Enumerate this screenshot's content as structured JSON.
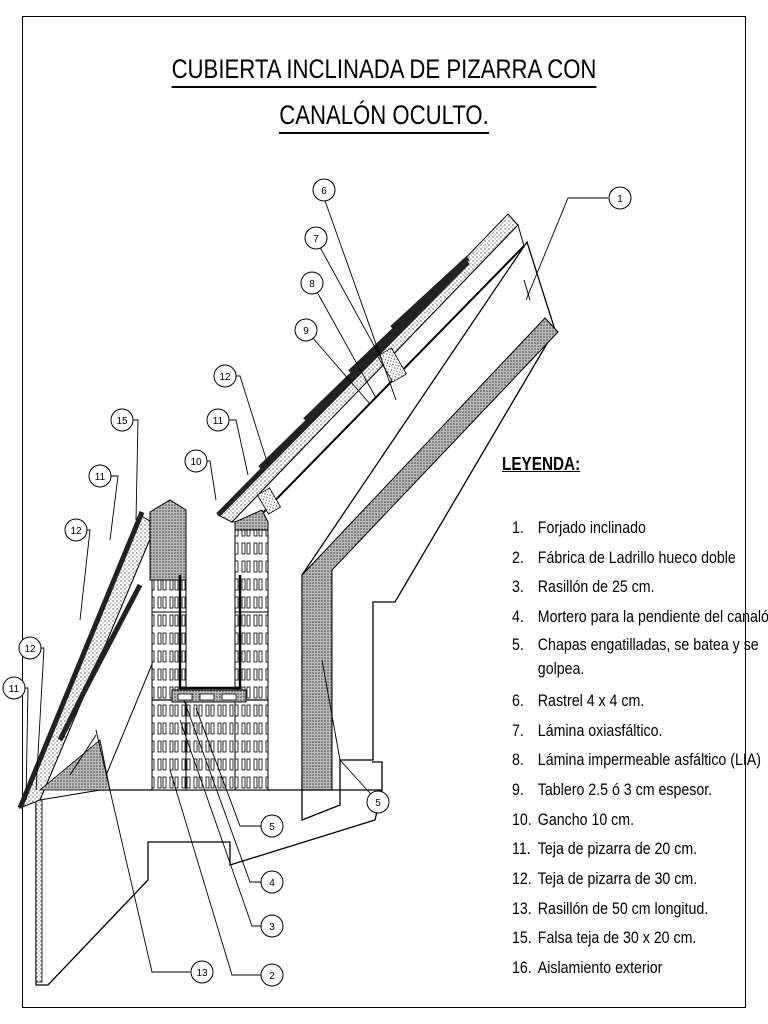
{
  "title": {
    "line1": "CUBIERTA INCLINADA DE PIZARRA CON",
    "line2": "CANALÓN OCULTO."
  },
  "legend": {
    "heading": "LEYENDA:",
    "items": [
      {
        "num": "1.",
        "text": "Forjado inclinado"
      },
      {
        "num": "2.",
        "text": "Fábrica de Ladrillo hueco doble"
      },
      {
        "num": "3.",
        "text": "Rasillón de 25 cm."
      },
      {
        "num": "4.",
        "text": "Mortero para la pendiente del canalón."
      },
      {
        "num": "5.",
        "text": "Chapas engatilladas, se batea y se golpea."
      },
      {
        "num": "6.",
        "text": "Rastrel 4 x 4 cm."
      },
      {
        "num": "7.",
        "text": "Lámina oxiasfáltico."
      },
      {
        "num": "8.",
        "text": "Lámina impermeable asfáltico (LIA)"
      },
      {
        "num": "9.",
        "text": "Tablero 2.5 ó 3 cm espesor."
      },
      {
        "num": "10.",
        "text": "Gancho 10 cm."
      },
      {
        "num": "11.",
        "text": "Teja de pizarra de 20 cm."
      },
      {
        "num": "12.",
        "text": "Teja de pizarra de 30 cm."
      },
      {
        "num": "13.",
        "text": "Rasillón de 50 cm longitud."
      },
      {
        "num": "15.",
        "text": "Falsa teja de 30 x 20 cm."
      },
      {
        "num": "16.",
        "text": "Aislamiento exterior"
      }
    ]
  },
  "callouts": [
    "1",
    "2",
    "3",
    "4",
    "5",
    "5",
    "6",
    "7",
    "8",
    "9",
    "10",
    "11",
    "11",
    "11",
    "12",
    "12",
    "12",
    "13",
    "15"
  ]
}
